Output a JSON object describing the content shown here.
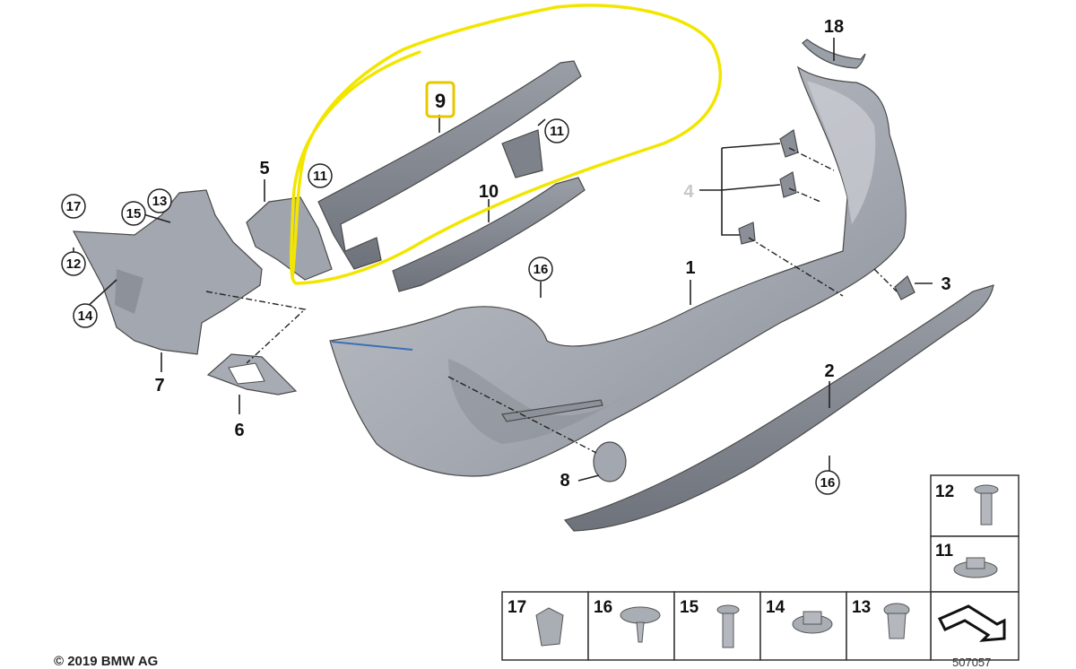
{
  "diagram": {
    "callouts": {
      "c1": "1",
      "c2": "2",
      "c3": "3",
      "c4": "4",
      "c5": "5",
      "c6": "6",
      "c7": "7",
      "c8": "8",
      "c9": "9",
      "c10": "10",
      "c18": "18",
      "c11a": "11",
      "c11b": "11",
      "c12": "12",
      "c13": "13",
      "c14": "14",
      "c15": "15",
      "c16a": "16",
      "c16b": "16",
      "c17": "17"
    },
    "fastener_table": {
      "right_column": [
        "12",
        "11"
      ],
      "bottom_row": [
        "17",
        "16",
        "15",
        "14",
        "13"
      ]
    },
    "annotation_color": "#f2e600",
    "part_fill": "#a7abb3",
    "part_dark": "#7e828a"
  },
  "footer": {
    "copyright": "© 2019 BMW AG",
    "diagram_number": "507057"
  }
}
